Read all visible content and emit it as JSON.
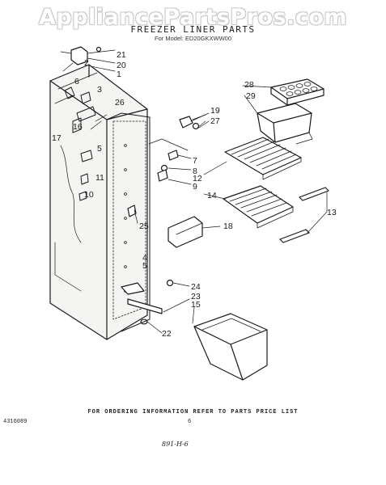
{
  "watermark": "AppliancePartsPros.com",
  "header": {
    "title": "FREEZER LINER PARTS",
    "model_line": "For Model: ED20GKXWW00"
  },
  "callouts": [
    "21",
    "20",
    "1",
    "6",
    "2",
    "3",
    "26",
    "16",
    "17",
    "5",
    "11",
    "10",
    "19",
    "27",
    "28",
    "29",
    "7",
    "8",
    "12",
    "9",
    "14",
    "13",
    "18",
    "25",
    "4",
    "5",
    "24",
    "23",
    "15",
    "22"
  ],
  "footer": {
    "ordering_note": "FOR ORDERING INFORMATION REFER TO PARTS PRICE LIST",
    "catalog_code": "4316089",
    "page_number": "6",
    "handwritten_mark": "891-H-6"
  }
}
